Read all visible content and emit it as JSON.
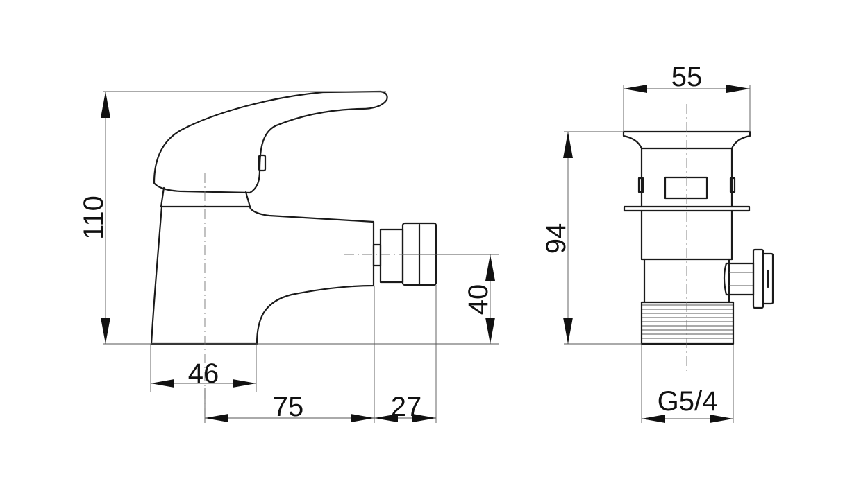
{
  "drawing": {
    "faucet_side_view": {
      "dims": {
        "height": "110",
        "outlet_height": "40",
        "base_width": "46",
        "reach": "75",
        "outlet_length": "27"
      }
    },
    "pop_up_waste_view": {
      "dims": {
        "cap_diameter": "55",
        "height": "94",
        "thread": "G5/4"
      }
    },
    "colors": {
      "line": "#1a1a1a",
      "dimension": "#555555",
      "background": "#ffffff"
    }
  }
}
